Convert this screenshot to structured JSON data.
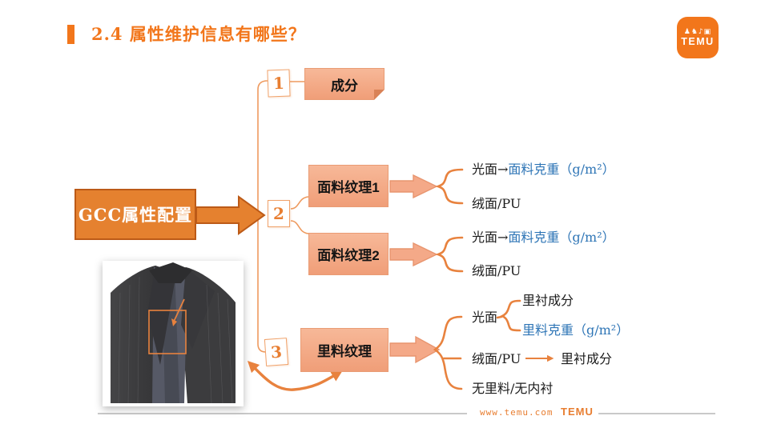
{
  "slide_title": "2.4 属性维护信息有哪些？",
  "logo": {
    "brand": "TEMU",
    "glyphs": "♟♞♪▣"
  },
  "diagram": {
    "root_label": "GCC属性配置",
    "branch1": {
      "num": "1",
      "label": "成分"
    },
    "branch2": {
      "num": "2",
      "boxes": [
        {
          "label": "面料纹理1",
          "rows": [
            {
              "plain": "光面→",
              "link": "面料克重（g/m²）"
            },
            {
              "plain": "绒面/PU",
              "link": ""
            }
          ]
        },
        {
          "label": "面料纹理2",
          "rows": [
            {
              "plain": "光面→",
              "link": "面料克重（g/m²）"
            },
            {
              "plain": "绒面/PU",
              "link": ""
            }
          ]
        }
      ]
    },
    "branch3": {
      "num": "3",
      "label": "里料纹理",
      "smooth_label": "光面",
      "smooth_children": [
        {
          "text": "里衬成分"
        },
        {
          "text": "里料克重（g/m²）"
        }
      ],
      "suede_label": "绒面/PU",
      "suede_child": "里衬成分",
      "none_label": "无里料/无内衬"
    }
  },
  "footer": {
    "url": "www.temu.com",
    "brand": "TEMU"
  },
  "colors": {
    "accent_orange": "#F2761B",
    "deep_orange": "#E5812F",
    "salmon": "#F4A583",
    "link_blue": "#2E75B6"
  }
}
